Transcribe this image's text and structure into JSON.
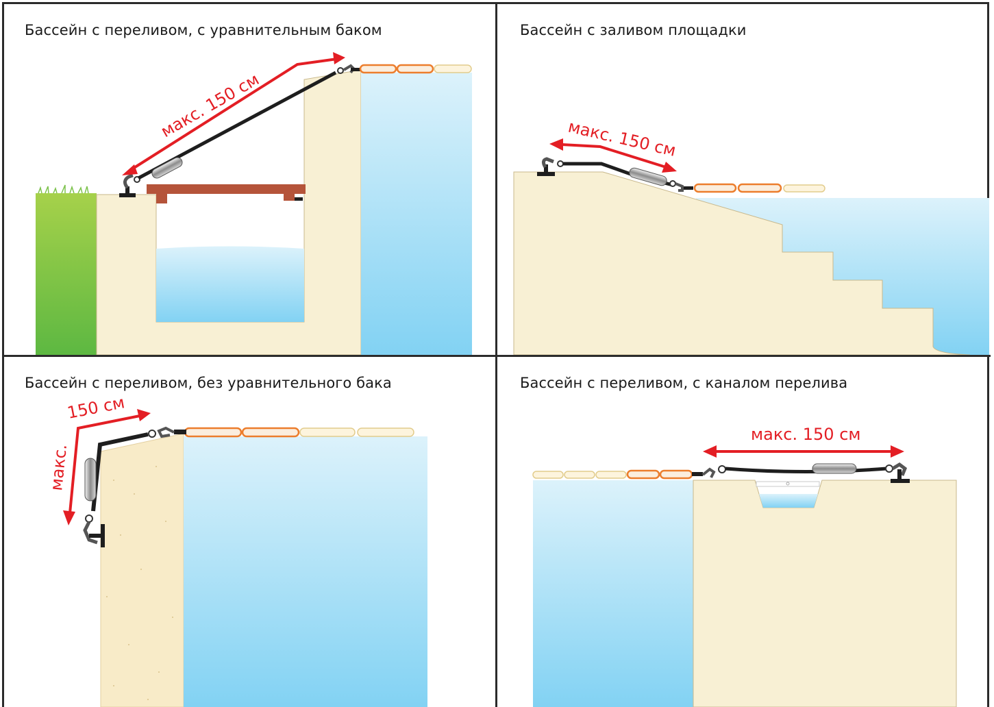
{
  "panels": [
    {
      "title": "Бассейн с переливом, с уравнительным баком",
      "label": "макс. 150 см"
    },
    {
      "title": "Бассейн с заливом площадки",
      "label": "макс. 150 см"
    },
    {
      "title": "Бассейн с переливом, без уравнительного бака",
      "label_top": "150 см",
      "label_side": "макс."
    },
    {
      "title": "Бассейн с переливом, с каналом перелива",
      "label": "макс. 150 см"
    }
  ],
  "colors": {
    "concrete": "#f8f0d4",
    "water_top": "#d9f1fb",
    "water_bottom": "#84d3f3",
    "grass": "#6cbb45",
    "deck": "#b5543a",
    "arrow": "#e31e24",
    "cable": "#1e1e1e",
    "float_active": "#ec7d2c",
    "float_inactive": "#e2cc8c"
  }
}
